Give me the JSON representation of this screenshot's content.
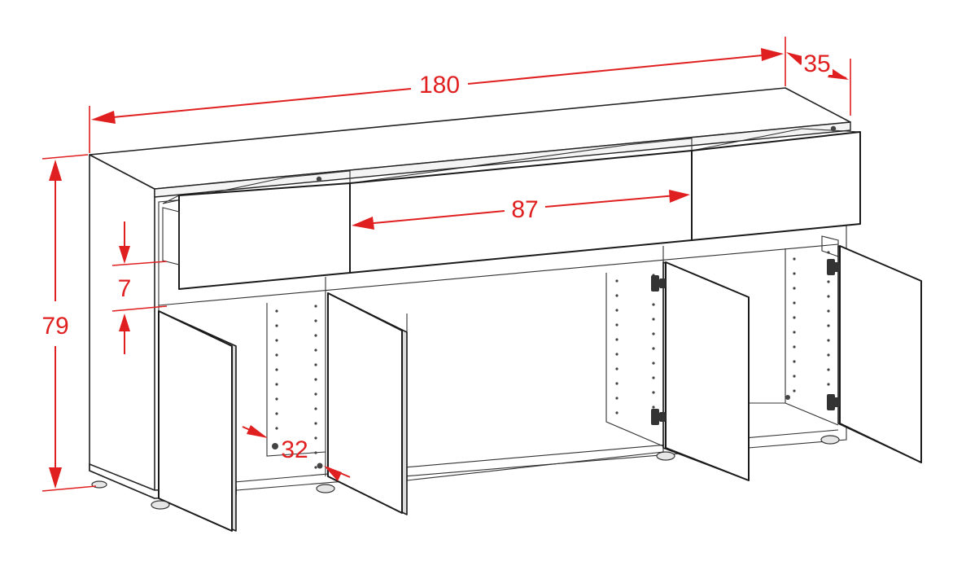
{
  "dimensions": {
    "width_label": "180",
    "depth_label": "35",
    "height_label": "79",
    "drawer_width_label": "87",
    "drawer_height_label": "7",
    "shelf_depth_label": "32"
  },
  "colors": {
    "dimension_lines": "#e02020",
    "outline": "#222222",
    "background": "#ffffff"
  },
  "icons": [
    "hinge-icon",
    "arrow-head"
  ]
}
